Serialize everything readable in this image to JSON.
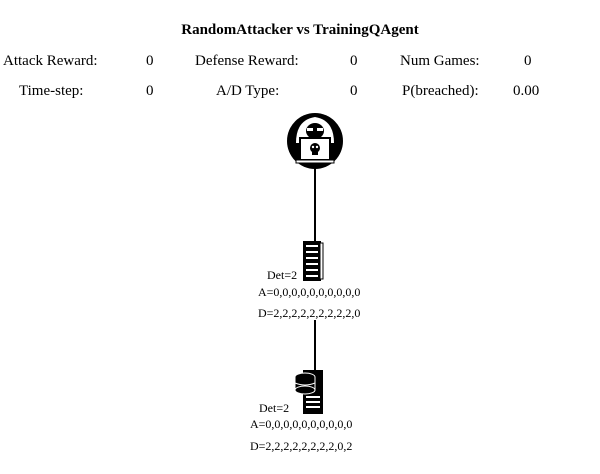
{
  "title": "RandomAttacker vs TrainingQAgent",
  "stats": {
    "attack_reward_label": "Attack Reward:",
    "attack_reward_value": "0",
    "defense_reward_label": "Defense Reward:",
    "defense_reward_value": "0",
    "num_games_label": "Num Games:",
    "num_games_value": "0",
    "time_step_label": "Time-step:",
    "time_step_value": "0",
    "ad_type_label": "A/D Type:",
    "ad_type_value": "0",
    "p_breached_label": "P(breached):",
    "p_breached_value": "0.00"
  },
  "nodes": {
    "server": {
      "icon": "server-icon",
      "det": "Det=2",
      "attack": "A=0,0,0,0,0,0,0,0,0,0",
      "defense": "D=2,2,2,2,2,2,2,2,2,0"
    },
    "data": {
      "icon": "database-server-icon",
      "det": "Det=2",
      "attack": "A=0,0,0,0,0,0,0,0,0,0",
      "defense": "D=2,2,2,2,2,2,2,2,0,2"
    },
    "attacker": {
      "icon": "hacker-icon"
    }
  }
}
